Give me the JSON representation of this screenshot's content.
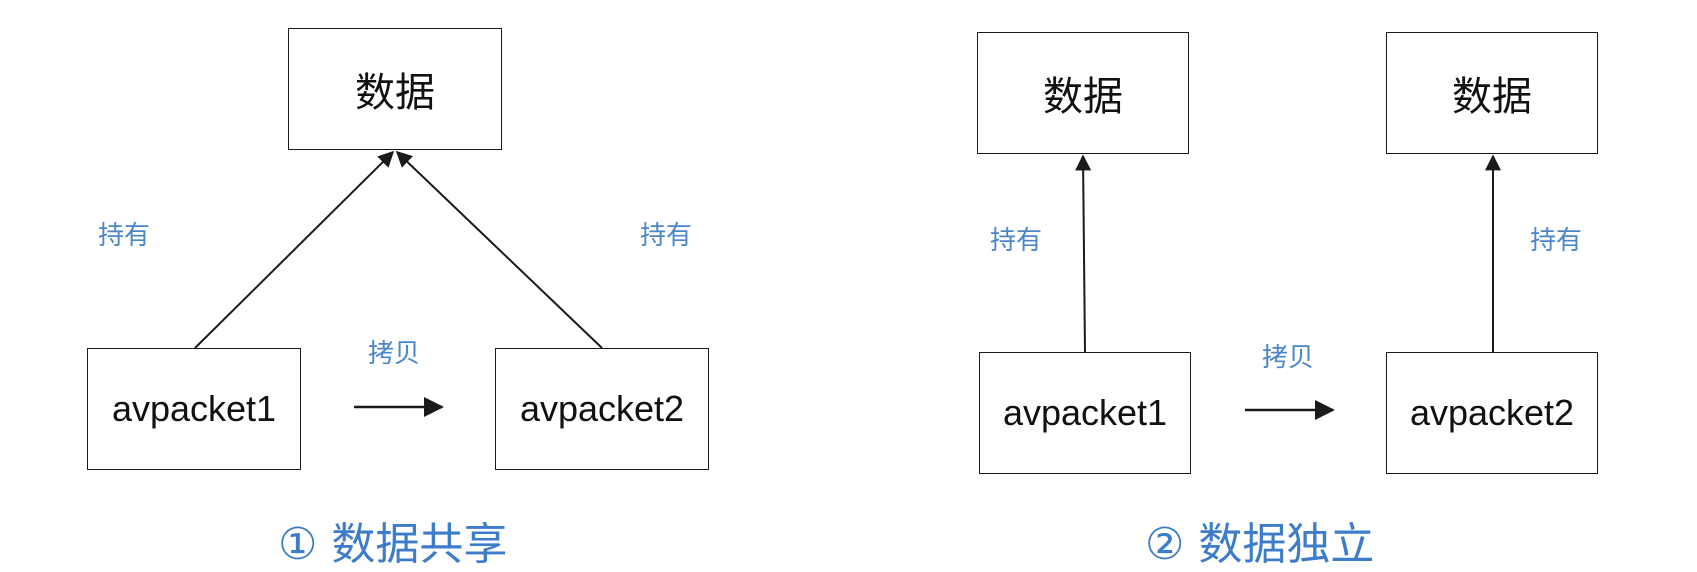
{
  "diagram_left": {
    "data_label": "数据",
    "packet1_label": "avpacket1",
    "packet2_label": "avpacket2",
    "hold_label_left": "持有",
    "hold_label_right": "持有",
    "copy_label": "拷贝",
    "caption": "① 数据共享"
  },
  "diagram_right": {
    "data1_label": "数据",
    "data2_label": "数据",
    "packet1_label": "avpacket1",
    "packet2_label": "avpacket2",
    "hold_label_left": "持有",
    "hold_label_right": "持有",
    "copy_label": "拷贝",
    "caption": "② 数据独立"
  },
  "colors": {
    "label_blue": "#4a86c8",
    "caption_blue": "#3d7cc9",
    "line": "#1a1a1a"
  }
}
